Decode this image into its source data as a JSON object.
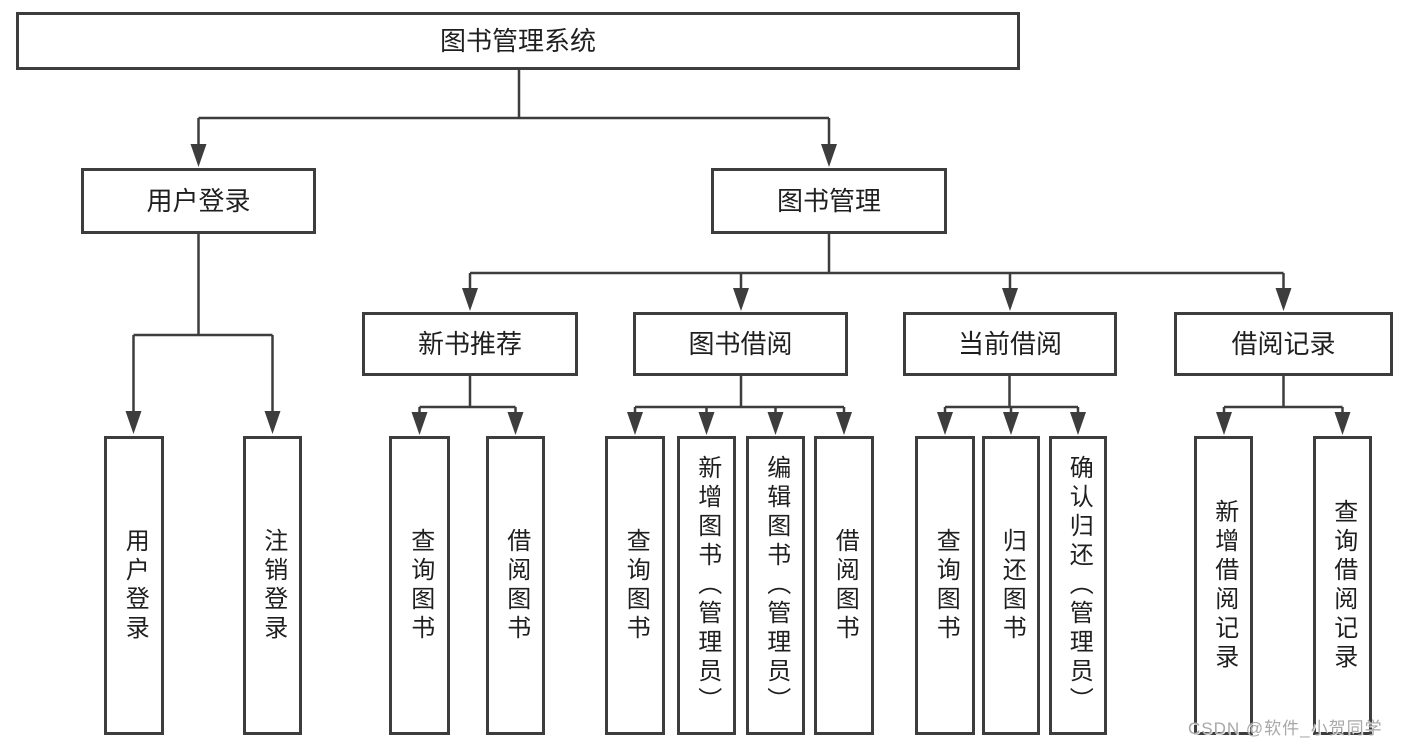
{
  "style": {
    "line_color": "#3d3d3d",
    "text_color": "#1f1f1f",
    "watermark_color": "#a8a8a8",
    "bg_color": "#ffffff"
  },
  "tree": {
    "root": {
      "label": "图书管理系统",
      "children": [
        {
          "label": "用户登录",
          "children": [
            {
              "label": "用户登录"
            },
            {
              "label": "注销登录"
            }
          ]
        },
        {
          "label": "图书管理",
          "children": [
            {
              "label": "新书推荐",
              "children": [
                {
                  "label": "查询图书"
                },
                {
                  "label": "借阅图书"
                }
              ]
            },
            {
              "label": "图书借阅",
              "children": [
                {
                  "label": "查询图书"
                },
                {
                  "label": "新增图书（管理员）"
                },
                {
                  "label": "编辑图书（管理员）"
                },
                {
                  "label": "借阅图书"
                }
              ]
            },
            {
              "label": "当前借阅",
              "children": [
                {
                  "label": "查询图书"
                },
                {
                  "label": "归还图书"
                },
                {
                  "label": "确认归还（管理员）"
                }
              ]
            },
            {
              "label": "借阅记录",
              "children": [
                {
                  "label": "新增借阅记录"
                },
                {
                  "label": "查询借阅记录"
                }
              ]
            }
          ]
        }
      ]
    }
  },
  "watermark": {
    "text": "CSDN @软件_小贺同学"
  }
}
